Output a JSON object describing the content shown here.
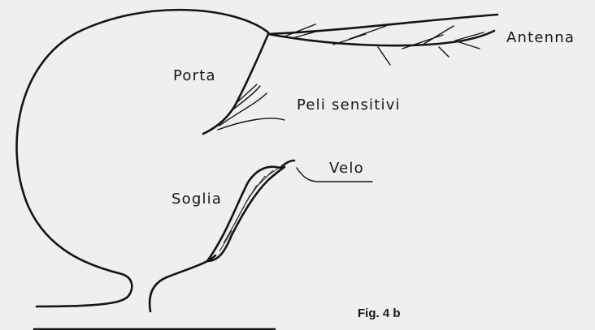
{
  "figure": {
    "labels": {
      "antenna": "Antenna",
      "porta": "Porta",
      "peli_sensitivi": "Peli sensitivi",
      "velo": "Velo",
      "soglia": "Soglia"
    },
    "caption": "Fig. 4 b"
  }
}
